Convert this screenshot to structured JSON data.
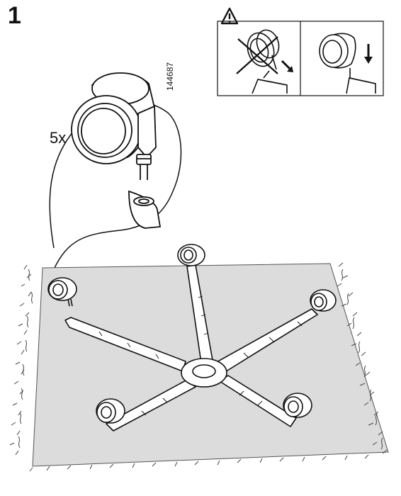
{
  "step": {
    "number": "1",
    "quantity": "5x",
    "part_number": "144687"
  },
  "warning": {
    "icon": "warning-triangle-icon",
    "wrong_panel": "wrong-caster-angle",
    "correct_panel": "correct-caster-straight"
  },
  "colors": {
    "line": "#1a1a1a",
    "rug": "#dcdcdc",
    "base": "#ffffff"
  }
}
